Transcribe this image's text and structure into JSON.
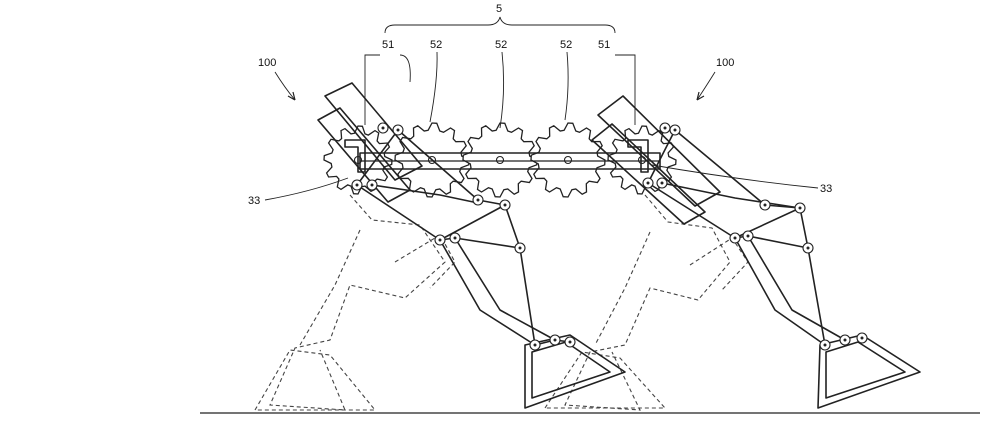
{
  "labels": {
    "group": "5",
    "robot_left": "100",
    "robot_right": "100",
    "end_gear_left": "51",
    "end_gear_right": "51",
    "mid_gear_1": "52",
    "mid_gear_2": "52",
    "mid_gear_3": "52",
    "joint_left": "33",
    "joint_right": "33"
  },
  "colors": {
    "line": "#222222",
    "background": "#ffffff"
  }
}
